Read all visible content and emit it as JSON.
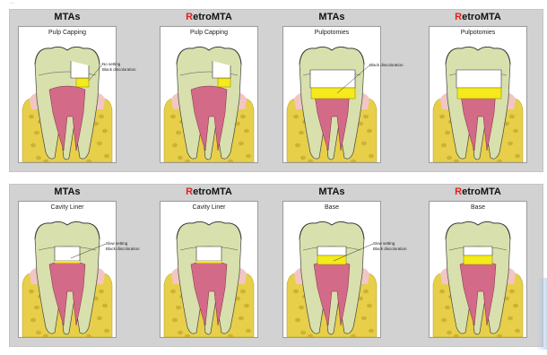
{
  "source_line": "…",
  "colors": {
    "bone": "#e7cf49",
    "marrow": "#c4a72e",
    "gum": "#f2c6c4",
    "dentin": "#d8e0ad",
    "pulp": "#d36a88",
    "material": "#f4ea1c",
    "retro_red": "#e1211b"
  },
  "rows": [
    {
      "panels": [
        {
          "heading_prefix": "",
          "heading_rest": "MTAs",
          "subtitle": "Pulp Capping",
          "procedure": "capping",
          "callout_lines": [
            "No setting",
            "Black discoloration"
          ]
        },
        {
          "heading_prefix": "R",
          "heading_rest": "etroMTA",
          "subtitle": "Pulp Capping",
          "procedure": "capping",
          "callout_lines": []
        },
        {
          "heading_prefix": "",
          "heading_rest": "MTAs",
          "subtitle": "Pulpotomies",
          "procedure": "pulpotomy",
          "callout_lines": [
            "Black discoloration"
          ]
        },
        {
          "heading_prefix": "R",
          "heading_rest": "etroMTA",
          "subtitle": "Pulpotomies",
          "procedure": "pulpotomy",
          "callout_lines": []
        }
      ]
    },
    {
      "panels": [
        {
          "heading_prefix": "",
          "heading_rest": "MTAs",
          "subtitle": "Cavity Liner",
          "procedure": "liner",
          "callout_lines": [
            "Slow setting",
            "Black discoloration"
          ]
        },
        {
          "heading_prefix": "R",
          "heading_rest": "etroMTA",
          "subtitle": "Cavity Liner",
          "procedure": "liner",
          "callout_lines": []
        },
        {
          "heading_prefix": "",
          "heading_rest": "MTAs",
          "subtitle": "Base",
          "procedure": "base",
          "callout_lines": [
            "Slow setting",
            "Black discoloration"
          ]
        },
        {
          "heading_prefix": "R",
          "heading_rest": "etroMTA",
          "subtitle": "Base",
          "procedure": "base",
          "callout_lines": []
        }
      ]
    }
  ]
}
